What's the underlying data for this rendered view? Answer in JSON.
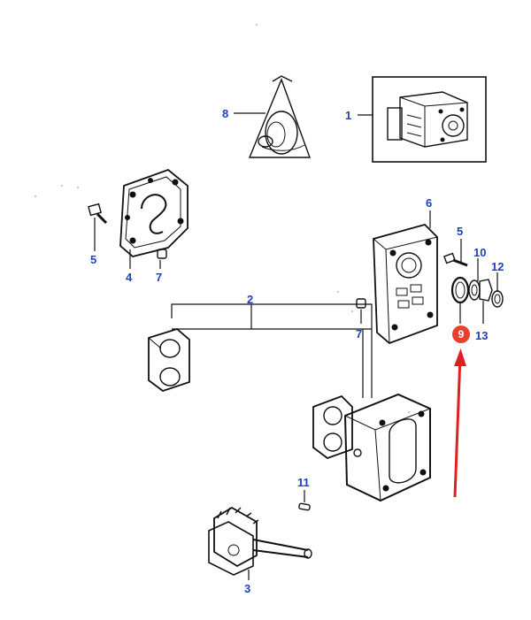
{
  "callouts": {
    "c1": "1",
    "c2": "2",
    "c3": "3",
    "c4": "4",
    "c5a": "5",
    "c5b": "5",
    "c6": "6",
    "c7a": "7",
    "c7b": "7",
    "c8": "8",
    "c9": "9",
    "c10": "10",
    "c11": "11",
    "c12": "12",
    "c13": "13"
  },
  "colors": {
    "callout_text": "#1f3fbf",
    "highlight_marker": "#e8402f",
    "pointer_arrow": "#e02020",
    "line_art": "#111111"
  },
  "highlighted_part": "9"
}
